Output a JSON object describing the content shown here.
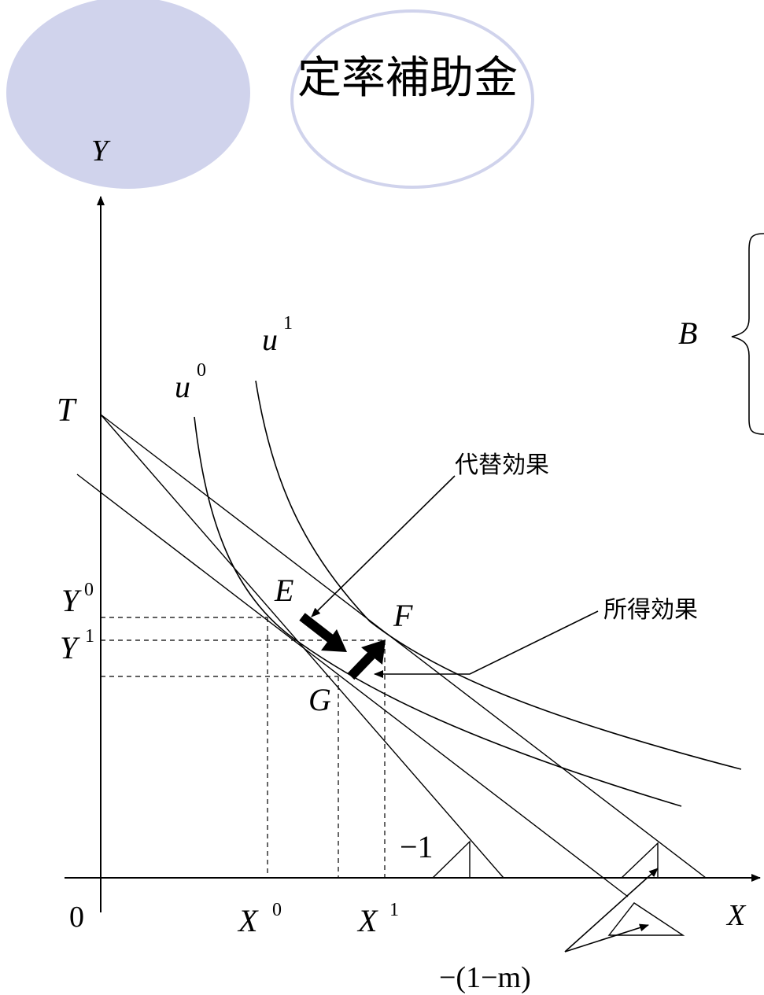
{
  "title": "定率補助金",
  "axes": {
    "y": "Y",
    "x": "X",
    "origin": "0"
  },
  "curve_labels": {
    "u0_base": "u",
    "u0_sup": "0",
    "u1_base": "u",
    "u1_sup": "1"
  },
  "points": {
    "T": "T",
    "E": "E",
    "F": "F",
    "G": "G"
  },
  "ticks": {
    "y0_base": "Y",
    "y0_sup": "0",
    "y1_base": "Y",
    "y1_sup": "1",
    "x0_base": "X",
    "x0_sup": "0",
    "x1_base": "X",
    "x1_sup": "1"
  },
  "effects": {
    "substitution": "代替効果",
    "income": "所得効果"
  },
  "slopes": {
    "steep": "−1",
    "subsidized": "−(1−m)"
  },
  "brace_label": "B",
  "colors": {
    "circle_fill": "#d0d3ec",
    "circle_stroke": "#d0d3ec",
    "line": "#000000"
  }
}
